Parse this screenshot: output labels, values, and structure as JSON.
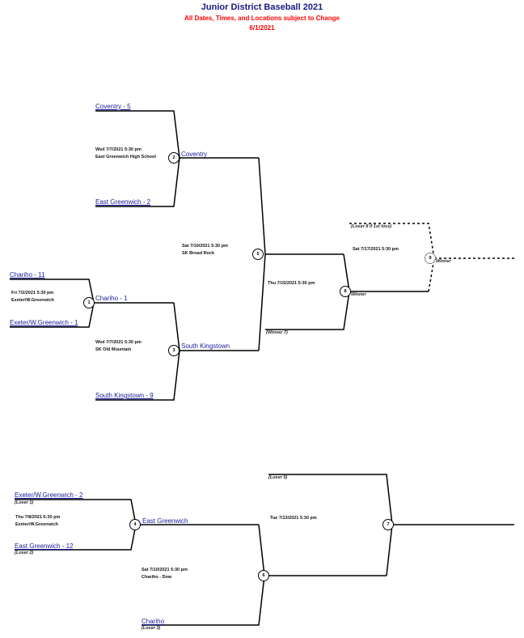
{
  "header": {
    "title": "Junior District Baseball 2021",
    "subtitle": "All Dates, Times, and Locations subject to Change",
    "date": "6/1/2021"
  },
  "colors": {
    "title": "#1a1a80",
    "notice": "#ff0000",
    "team_link": "#1a1a9c"
  },
  "games": {
    "g1": {
      "number": "1",
      "when": "Fri 7/2/2021 5:30 pm",
      "where": "Exeter/W.Greenwich",
      "top": "Chariho - 11",
      "bottom": "Exeter/W.Greenwich - 1",
      "winner": "Chariho - 1"
    },
    "g2": {
      "number": "2",
      "when": "Wed 7/7/2021 5:30 pm",
      "where": "East Greenwich High School",
      "top": "Coventry - 5",
      "bottom": "East Greenwich - 2",
      "winner": "Coventry"
    },
    "g3": {
      "number": "3",
      "when": "Wed 7/7/2021 5:30 pm",
      "where": "SK Old Mountain",
      "bottom": "South Kingstown - 9",
      "winner": "South Kingstown"
    },
    "g4": {
      "number": "4",
      "when": "Thu 7/8/2021 6:30 pm",
      "where": "Exeter/W.Greenwich",
      "top": "Exeter/W.Greenwich - 2",
      "top_sub": "(Loser 1)",
      "bottom": "East Greenwich - 12",
      "bottom_sub": "(Loser 2)",
      "winner": "East Greenwich"
    },
    "g5": {
      "number": "5",
      "when": "Sat 7/10/2021 5:30 pm",
      "where": "SK Broad Rock"
    },
    "g6": {
      "number": "6",
      "when": "Sat 7/10/2021 5:30 pm",
      "where": "Chariho - Dow",
      "bottom": "Chariho",
      "bottom_sub": "(Loser 3)"
    },
    "g7": {
      "number": "7",
      "when": "Tue 7/13/2021 5:30 pm",
      "top_sub": "(Loser 5)"
    },
    "g8": {
      "number": "8",
      "when": "Thu 7/15/2021 5:30 pm",
      "bottom_sub": "(Winner 7)",
      "winner": "Winner"
    },
    "g9": {
      "number": "9",
      "when": "Sat 7/17/2021 5:30 pm",
      "top_sub": "(Loser 8 if 1st loss)",
      "winner": "Winner"
    }
  }
}
